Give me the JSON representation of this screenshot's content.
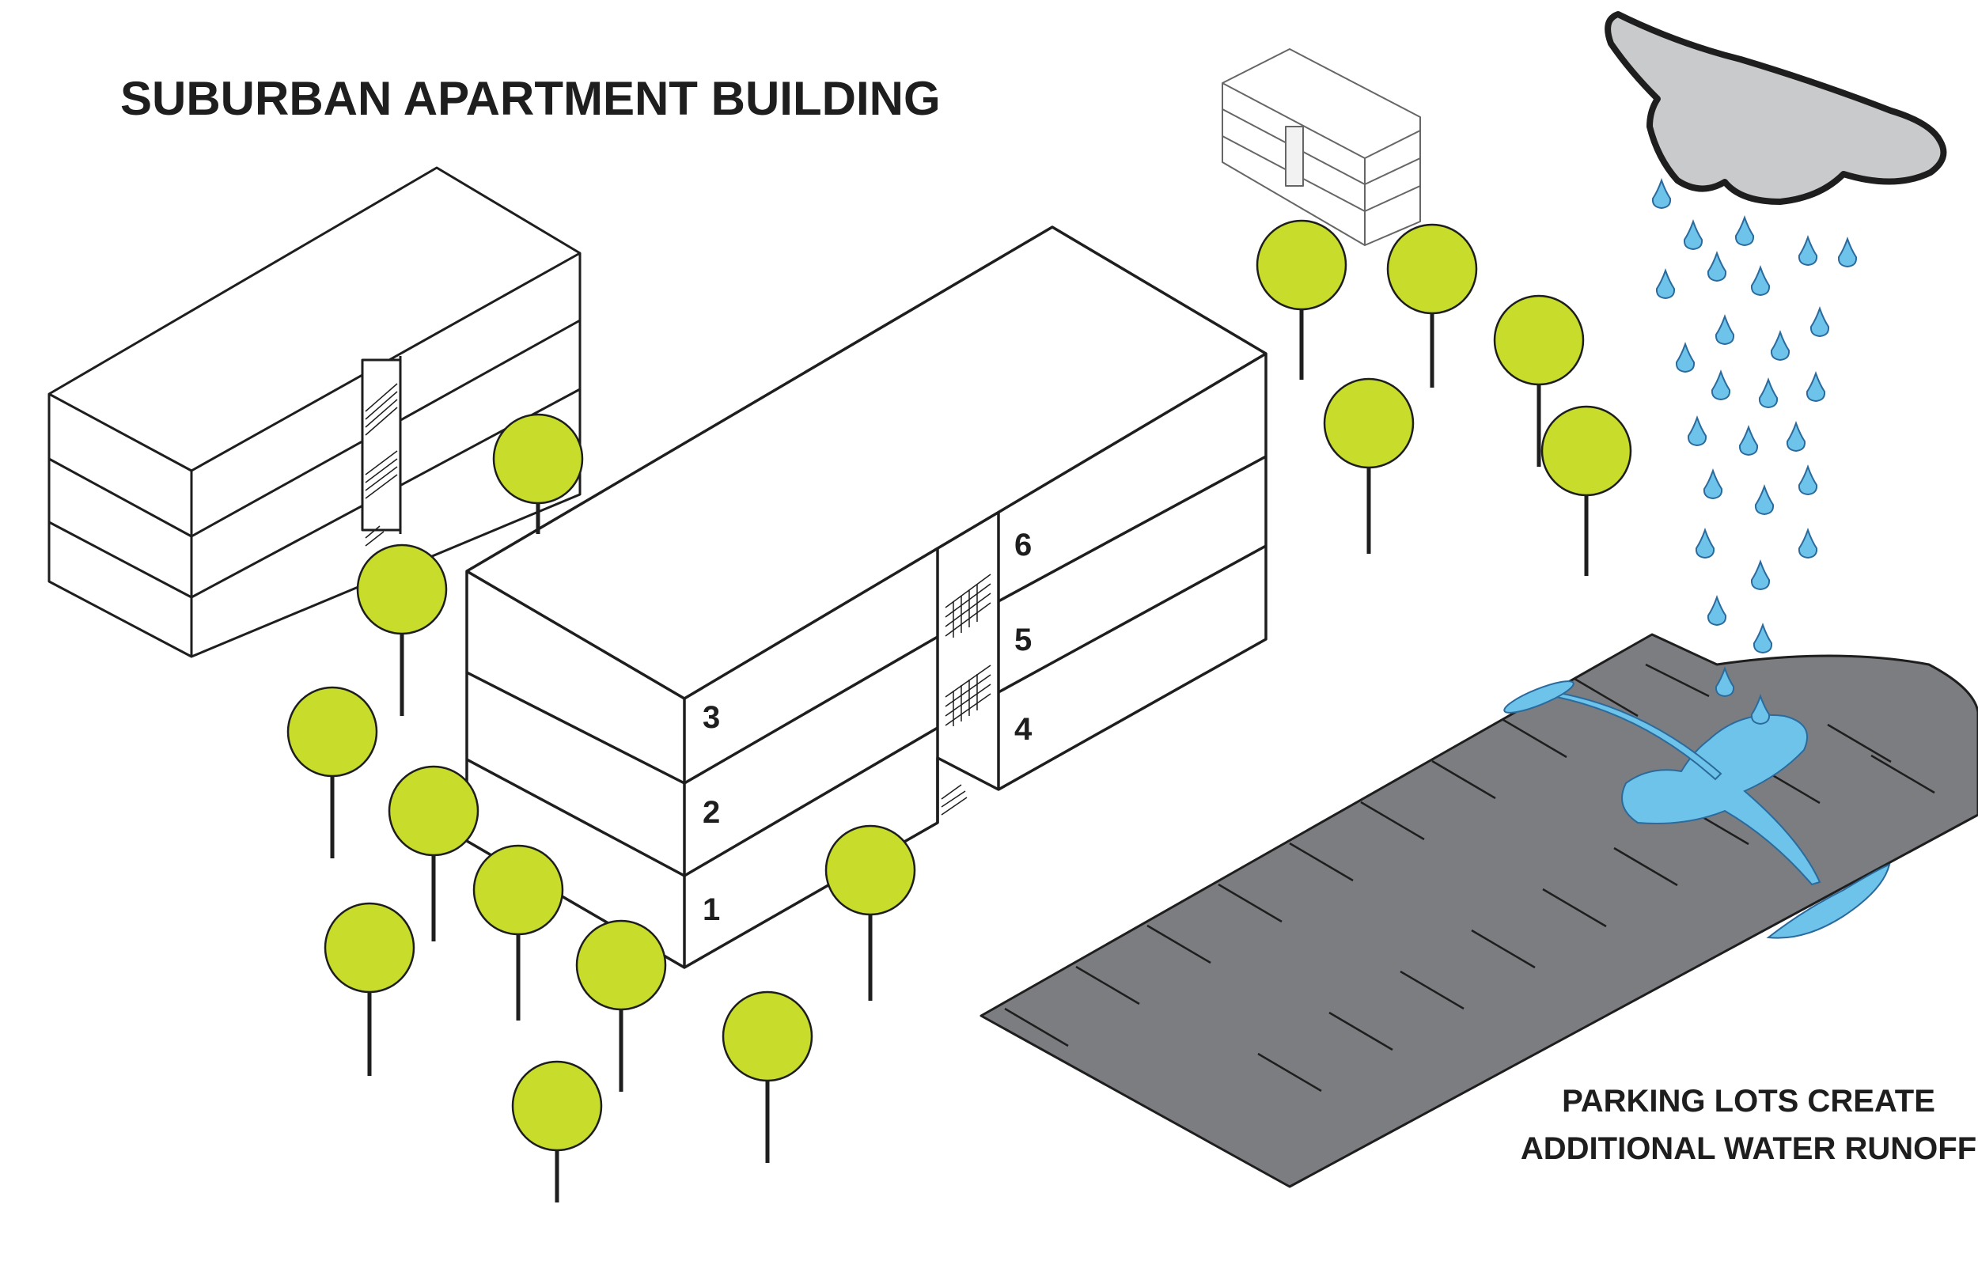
{
  "title": "SUBURBAN APARTMENT BUILDING",
  "caption": {
    "line1": "PARKING LOTS CREATE",
    "line2": "ADDITIONAL WATER RUNOFF"
  },
  "floor_labels": [
    "1",
    "2",
    "3",
    "4",
    "5",
    "6"
  ],
  "colors": {
    "tree_canopy": "#c8dc2c",
    "outline": "#1e1e1e",
    "parking_lot": "#7c7d80",
    "water": "#6ec3ea",
    "cloud": "#c9cacc",
    "background": "#ffffff"
  }
}
